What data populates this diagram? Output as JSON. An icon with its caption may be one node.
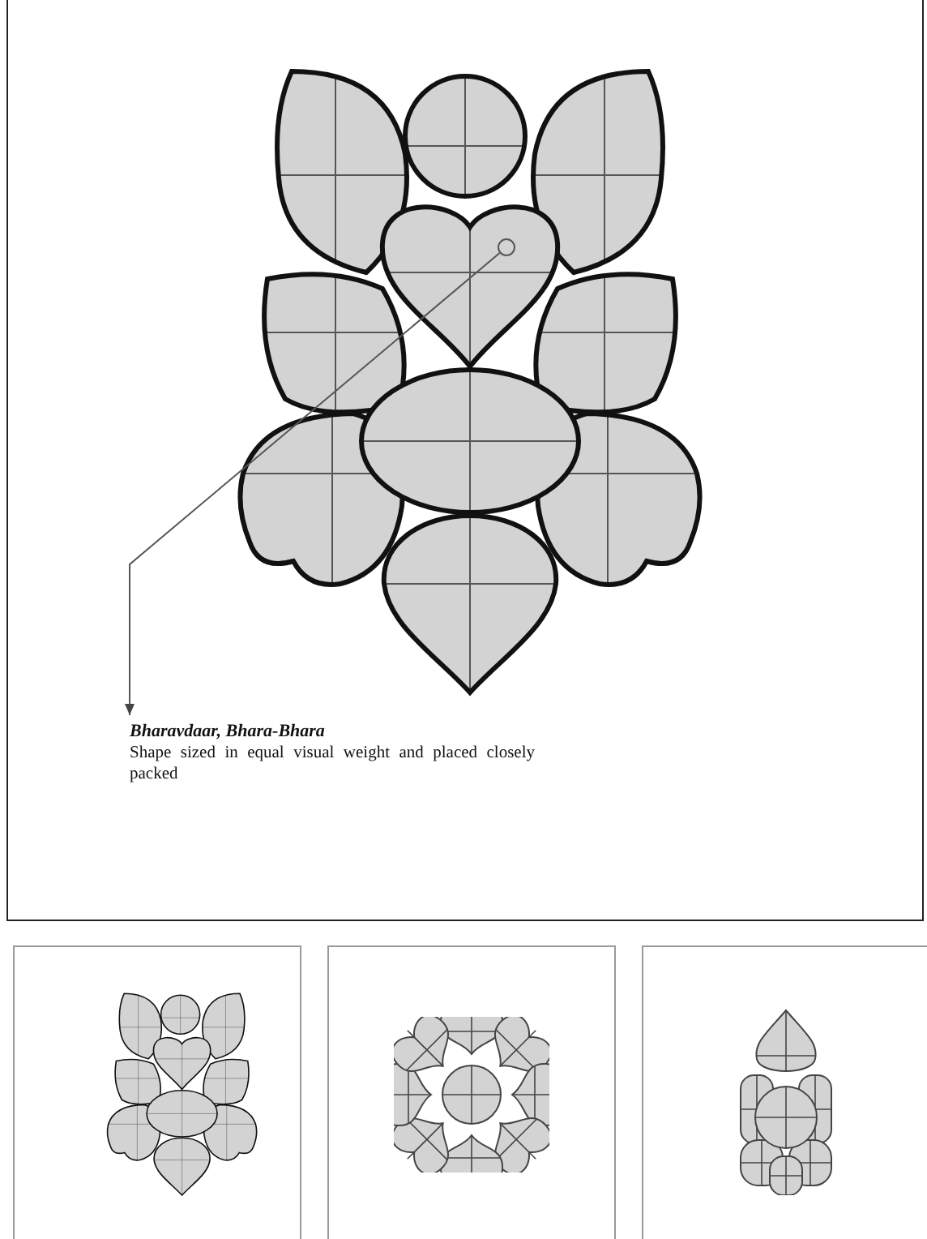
{
  "diagram": {
    "nodes": [
      {
        "text": [
          "Bharavdaar, Bhara-Bhara",
          "Shape sized in equal visual weight and placed closely packed"
        ]
      },
      {
        "text": [],
        "shape": "circle"
      }
    ],
    "edges": [
      {
        "from": 1,
        "to": 0,
        "arrow": "to"
      }
    ]
  }
}
